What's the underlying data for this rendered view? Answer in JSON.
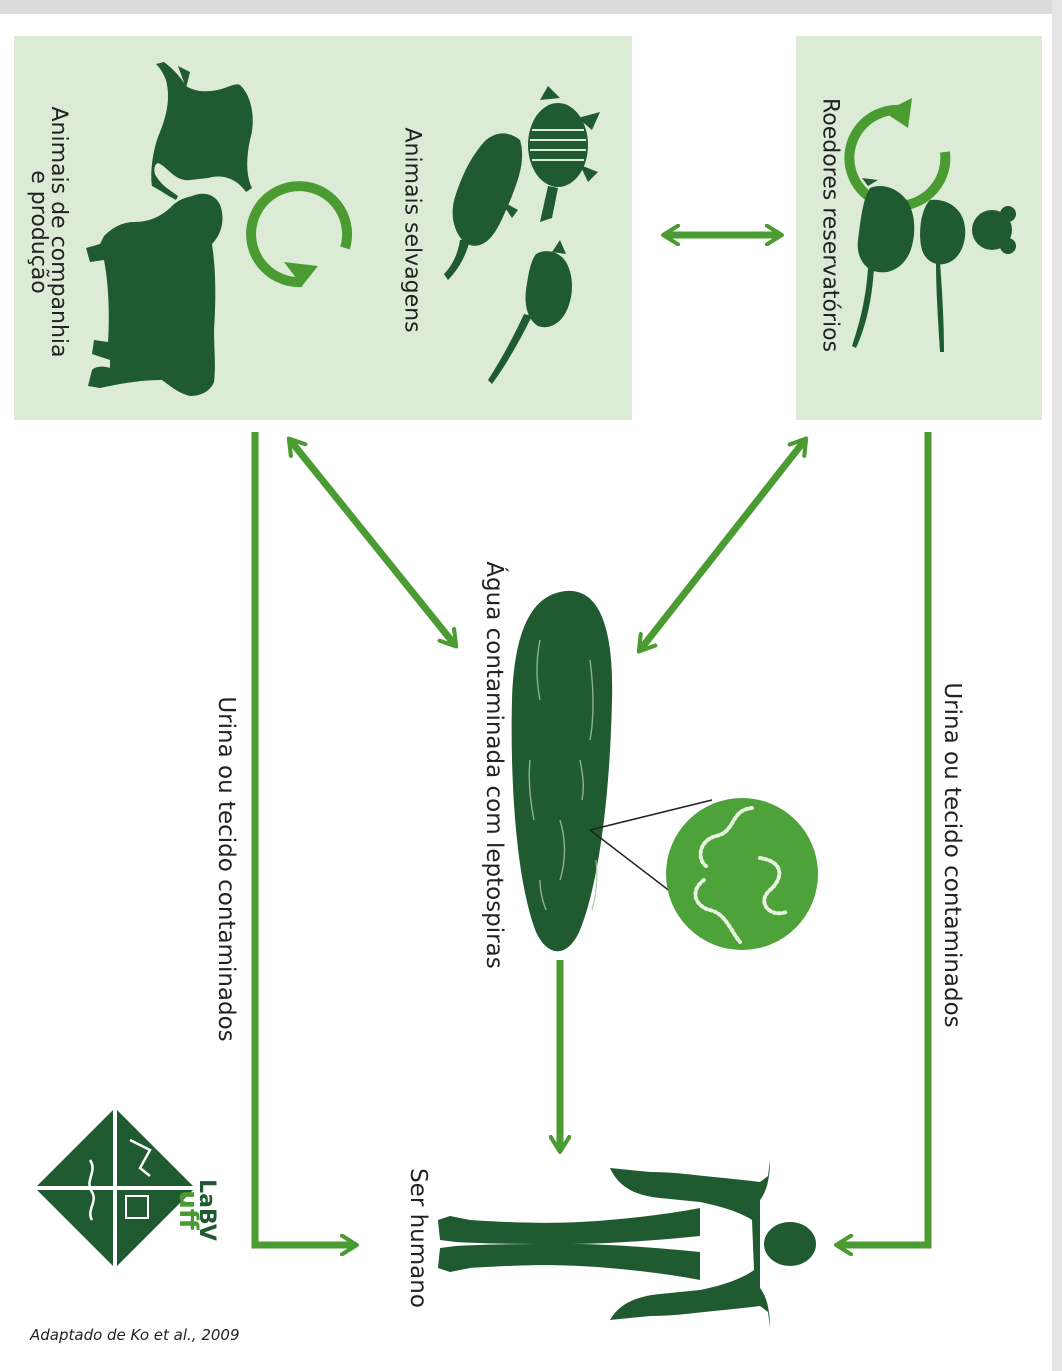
{
  "diagram": {
    "nodes": {
      "wild_animals": "Animais selvagens",
      "companion_animals_line1": "Animais de companhia",
      "companion_animals_line2": "e produção",
      "rodents": "Roedores reservatórios",
      "water": "Água contaminada com leptospiras",
      "human": "Ser humano"
    },
    "edges": {
      "left_route": "Urina ou tecido contaminados",
      "right_route": "Urina ou tecido contaminados"
    },
    "credit": "Adaptado de Ko et al., 2009",
    "logo": {
      "text_top": "LaBV",
      "text_bottom": "uff"
    }
  },
  "colors": {
    "panel": "#dcebd6",
    "arrow": "#4a9c32",
    "silhouette": "#1f5a30",
    "bacteria_circle": "#4ea23a"
  },
  "icons": [
    "dog-icon",
    "cow-icon",
    "armadillo-icon",
    "coati-icon",
    "opossum-icon",
    "rat-icon",
    "mouse-icon",
    "cycle-arrow-icon",
    "water-puddle-icon",
    "leptospira-icon",
    "human-icon",
    "labv-uff-logo"
  ]
}
